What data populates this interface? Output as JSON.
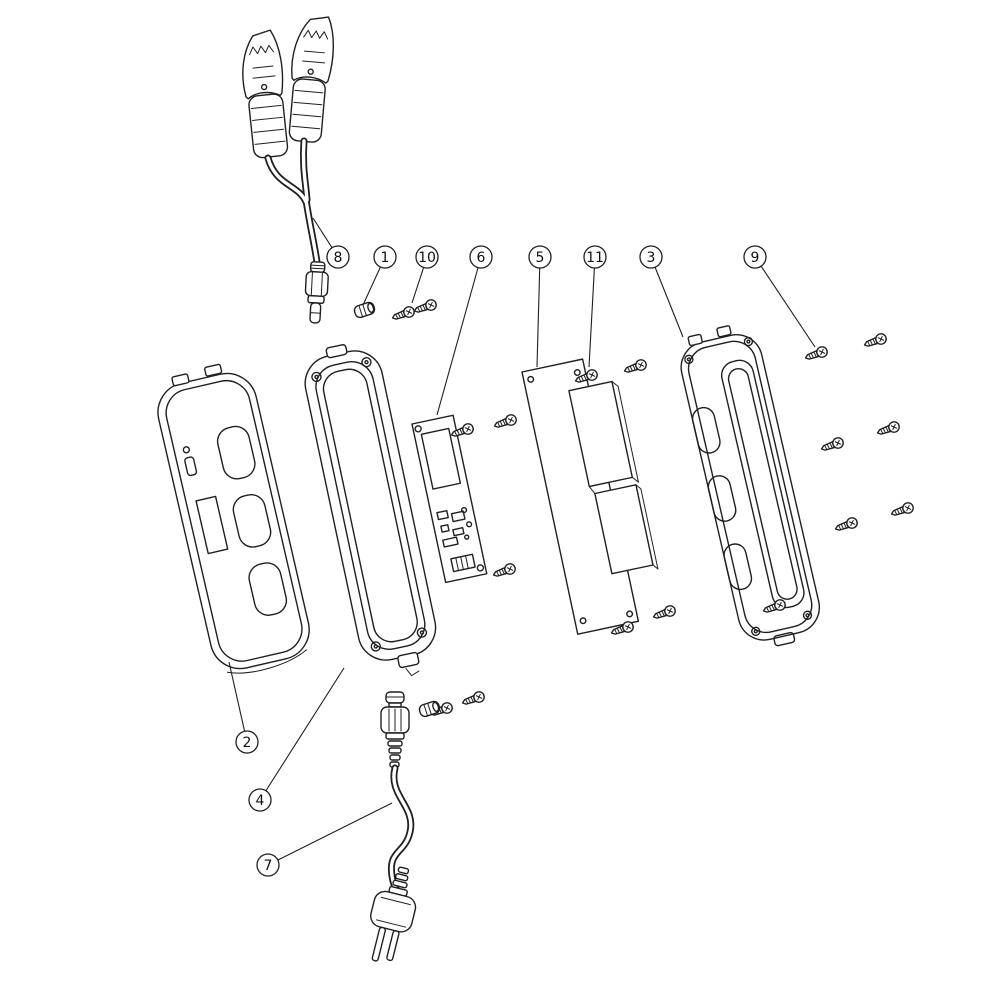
{
  "diagram": {
    "type": "exploded-view",
    "colors": {
      "background": "#ffffff",
      "line": "#1f1f1f"
    },
    "callouts": [
      {
        "label": "8"
      },
      {
        "label": "1"
      },
      {
        "label": "10"
      },
      {
        "label": "6"
      },
      {
        "label": "5"
      },
      {
        "label": "11"
      },
      {
        "label": "3"
      },
      {
        "label": "9"
      },
      {
        "label": "2"
      },
      {
        "label": "4"
      },
      {
        "label": "7"
      }
    ]
  }
}
